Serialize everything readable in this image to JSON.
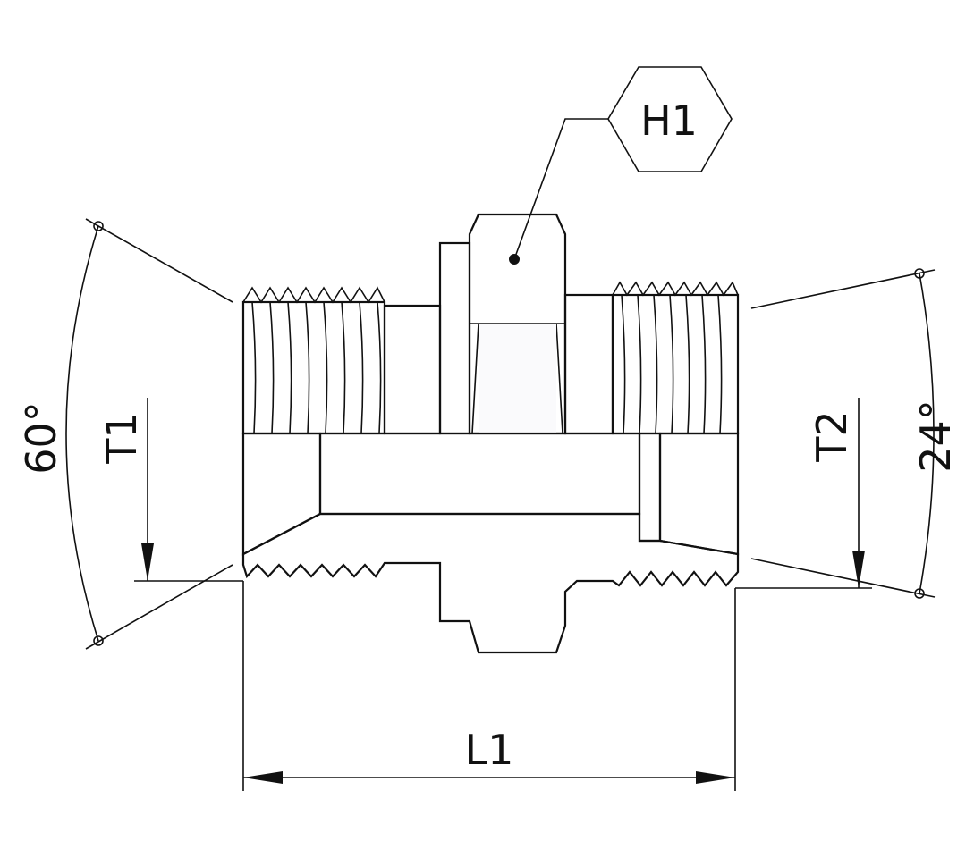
{
  "labels": {
    "hex_size": "H1",
    "angle_left": "60°",
    "thread_left": "T1",
    "thread_right": "T2",
    "angle_right": "24°",
    "length": "L1"
  },
  "colors": {
    "metal_light": "#e6e6ee",
    "metal_dark": "#8e8e98",
    "line": "#111111"
  }
}
